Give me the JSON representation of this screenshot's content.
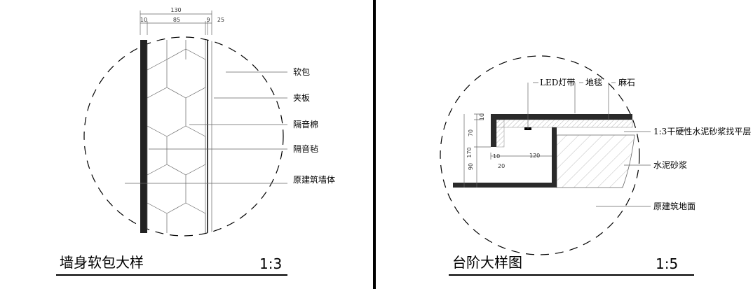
{
  "left": {
    "title": "墙身软包大样",
    "scale": "1:3",
    "dims": {
      "total": "130",
      "d1": "10",
      "d2": "85",
      "d3": "9",
      "d4": "25"
    },
    "labels": [
      "软包",
      "夹板",
      "隔音棉",
      "隔音毡",
      "原建筑墙体"
    ]
  },
  "right": {
    "title": "台阶大样图",
    "scale": "1:5",
    "dims": {
      "h_total": "170",
      "h1": "10",
      "h2": "70",
      "h3": "90",
      "w1": "10",
      "w2": "20",
      "w3": "120"
    },
    "top_labels": [
      "LED灯带",
      "地毯",
      "麻石"
    ],
    "side_labels": [
      "1:3干硬性水泥砂浆找平层",
      "水泥砂浆",
      "原建筑地面"
    ]
  }
}
